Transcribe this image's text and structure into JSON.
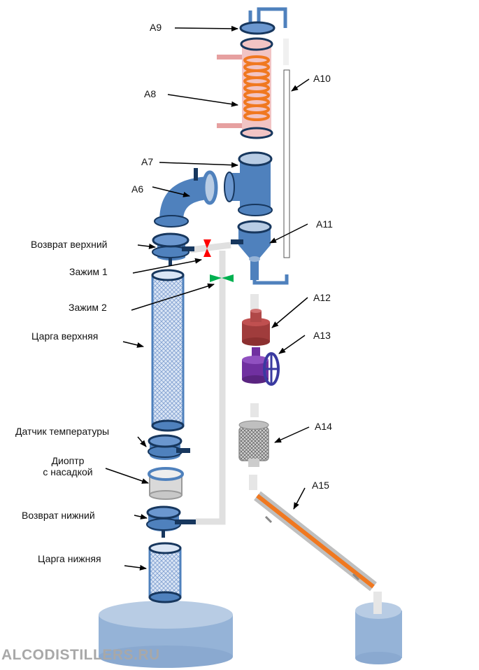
{
  "labels": {
    "a9": "A9",
    "a8": "A8",
    "a7": "A7",
    "a6": "A6",
    "a10": "A10",
    "a11": "A11",
    "a12": "A12",
    "a13": "A13",
    "a14": "A14",
    "a15": "A15",
    "return_upper": "Возврат верхний",
    "clamp_1": "Зажим 1",
    "clamp_2": "Зажим 2",
    "column_upper": "Царга верхняя",
    "temp_sensor": "Датчик температуры",
    "diopter_line1": "Диоптр",
    "diopter_line2": "с насадкой",
    "return_lower": "Возврат нижний",
    "column_lower": "Царга нижняя"
  },
  "watermark": "ALCODISTILLERS.RU",
  "colors": {
    "pipe_blue": "#4f81bd",
    "pipe_dark": "#17375e",
    "light_blue": "#95b3d7",
    "coil_orange": "#f07820",
    "condenser_pink": "#f2c4c4",
    "valve_red": "#ff0000",
    "valve_green": "#00b050",
    "a12_red": "#a03c3c",
    "a13_purple": "#7030a0",
    "tube_gray": "#e0e0e0",
    "label_text": "#111111",
    "watermark": "#a8a8a8"
  }
}
